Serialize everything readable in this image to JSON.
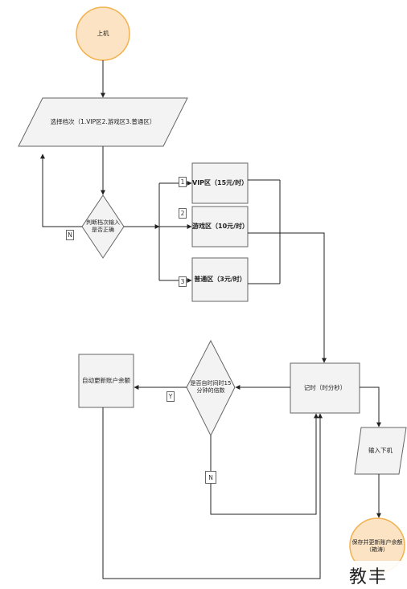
{
  "nodes": {
    "start": "上机",
    "select_level": "选择档次（1.VIP区2.游戏区3.普通区）",
    "check_input": "判断档次输入是否正确",
    "option1": "VIP区（15元/时）",
    "option2": "游戏区（10元/时）",
    "option3": "普通区（3元/时）",
    "timer": "记时（时分秒）",
    "check_15min": "是否自时间时15分钟的倍数",
    "auto_update": "自动更新账户余额",
    "input_logout": "输入下机",
    "save_update": "保存并更新账户余额（箱涛）"
  },
  "tags": {
    "option1": "1",
    "option2": "2",
    "option3": "3",
    "check_input_no": "N",
    "check_15min_yes": "Y",
    "check_15min_no": "N"
  },
  "watermark": "教丰",
  "colors": {
    "terminal_fill": "#fbe3c3",
    "terminal_stroke": "#f2b24f",
    "process_fill": "#f3f3f3",
    "process_stroke": "#444444",
    "line": "#222222"
  }
}
